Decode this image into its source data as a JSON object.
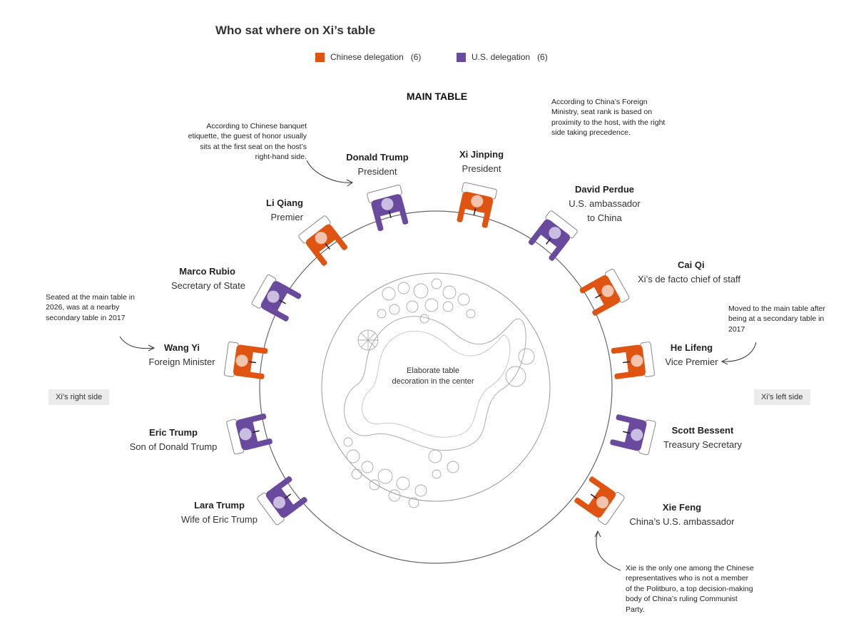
{
  "title": "Who sat where on Xi’s table",
  "legend": {
    "items": [
      {
        "label": "Chinese delegation",
        "count": "(6)",
        "color": "#e05412"
      },
      {
        "label": "U.S. delegation",
        "count": "(6)",
        "color": "#6a4a9e"
      }
    ]
  },
  "table_label": "MAIN TABLE",
  "center_text": "Elaborate table decoration in the center",
  "sides": {
    "right": "Xi’s right side",
    "left": "Xi’s left side"
  },
  "notes": {
    "etiquette": "According to Chinese banquet etiquette, the guest of honor usually sits at the first seat on the host’s right-hand side.",
    "ministry": "According to China’s Foreign Ministry, seat rank is based on proximity to the host, with the right side taking precedence.",
    "wang": "Seated at the main table in 2026, was at a nearby secondary table in 2017",
    "he": "Moved to the main table after being at a secondary table in 2017",
    "xie": "Xie is the only one among the Chinese representatives who is not a member of the Politburo, a top decision-making body of China’s ruling Communist Party."
  },
  "people": [
    {
      "id": "xi-jinping",
      "name": "Xi Jinping",
      "role": "President",
      "delegation": "china"
    },
    {
      "id": "donald-trump",
      "name": "Donald Trump",
      "role": "President",
      "delegation": "us"
    },
    {
      "id": "david-perdue",
      "name": "David Perdue",
      "role": "U.S. ambassador to China",
      "delegation": "us"
    },
    {
      "id": "li-qiang",
      "name": "Li Qiang",
      "role": "Premier",
      "delegation": "china"
    },
    {
      "id": "cai-qi",
      "name": "Cai Qi",
      "role": "Xi’s de facto chief of staff",
      "delegation": "china"
    },
    {
      "id": "marco-rubio",
      "name": "Marco Rubio",
      "role": "Secretary of State",
      "delegation": "us"
    },
    {
      "id": "he-lifeng",
      "name": "He Lifeng",
      "role": "Vice Premier",
      "delegation": "china"
    },
    {
      "id": "wang-yi",
      "name": "Wang Yi",
      "role": "Foreign Minister",
      "delegation": "china"
    },
    {
      "id": "scott-bessent",
      "name": "Scott Bessent",
      "role": "Treasury Secretary",
      "delegation": "us"
    },
    {
      "id": "eric-trump",
      "name": "Eric Trump",
      "role": "Son of Donald Trump",
      "delegation": "us"
    },
    {
      "id": "xie-feng",
      "name": "Xie Feng",
      "role": "China’s U.S. ambassador",
      "delegation": "china"
    },
    {
      "id": "lara-trump",
      "name": "Lara Trump",
      "role": "Wife of Eric Trump",
      "delegation": "us"
    }
  ]
}
